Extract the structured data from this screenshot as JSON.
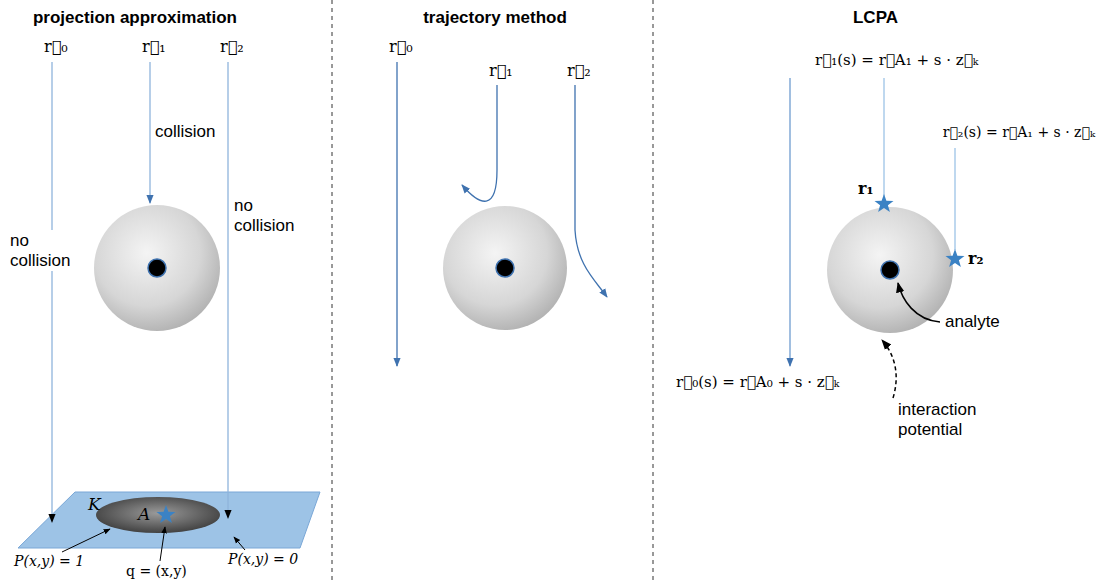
{
  "diagram": {
    "labels": [
      "projection approximation",
      "r⃗₀",
      "r⃗₁",
      "r⃗₂",
      "collision",
      "no collision",
      "no collision",
      "K",
      "A",
      "P(x,y) = 1",
      "P(x,y) = 0",
      "q = (x,y)",
      "trajectory method",
      "r⃗₀",
      "r⃗₁",
      "r⃗₂",
      "LCPA",
      "r⃗₁(s) = r⃗A₁ + s · z⃗ₖ",
      "r⃗₂(s) = r⃗A₁ + s · z⃗ₖ",
      "r₁",
      "r₂",
      "analyte",
      "interaction potential",
      "r⃗₀(s) = r⃗A₀ + s · z⃗ₖ"
    ]
  }
}
